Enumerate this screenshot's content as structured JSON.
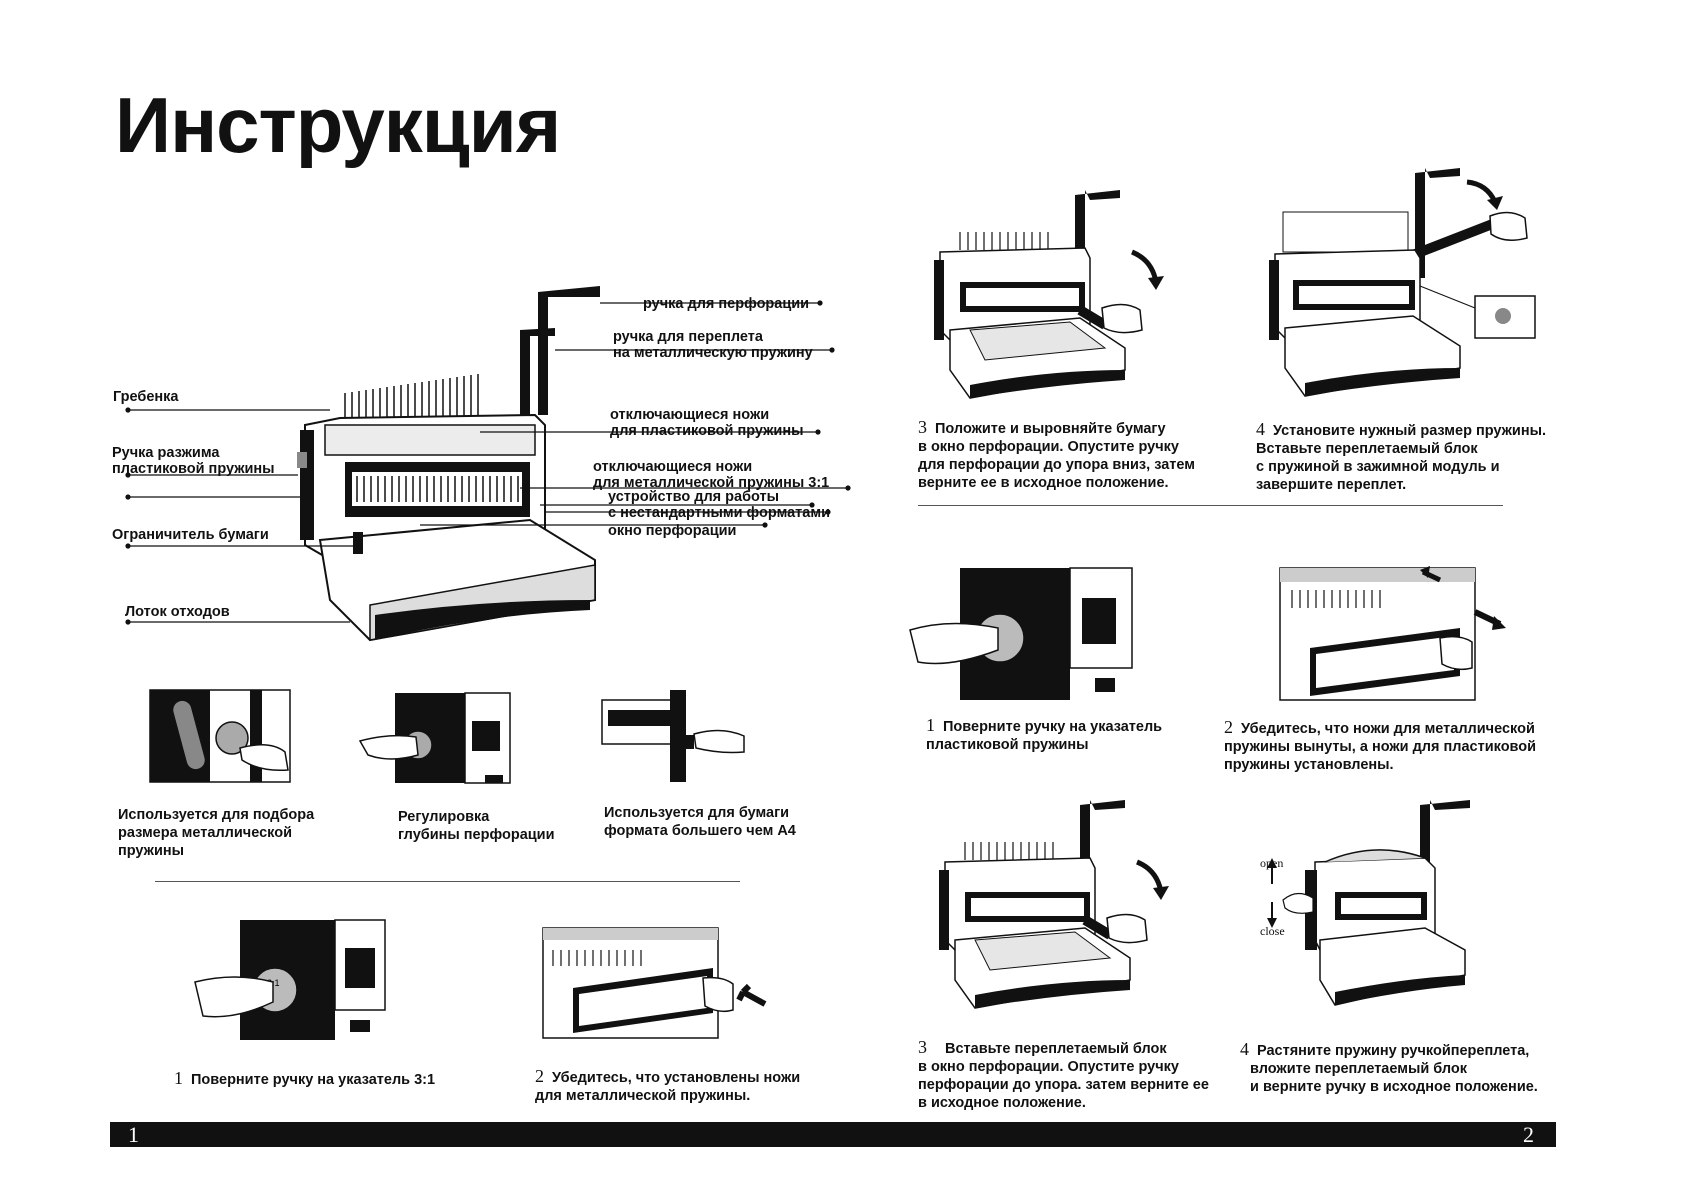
{
  "title": "Инструкция",
  "parts": {
    "handle_perforation": "ручка для перфорации",
    "handle_metal": [
      "ручка для переплета",
      "на металлическую пружину"
    ],
    "comb": "Гребенка",
    "plastic_clamp": [
      "Ручка разжима",
      "пластиковой пружины"
    ],
    "plastic_knives": [
      "отключающиеся ножи",
      "для пластиковой пружины"
    ],
    "metal_knives": [
      "отключающиеся ножи",
      "для металлической пружины 3:1"
    ],
    "nonstandard": [
      "устройство для работы",
      "с нестандартными форматами"
    ],
    "paper_stop": "Ограничитель бумаги",
    "window": "окно перфорации",
    "waste_tray": "Лоток отходов"
  },
  "features": [
    [
      "Используется для подбора",
      "размера металлической",
      "пружины"
    ],
    [
      "Регулировка",
      "глубины перфорации"
    ],
    [
      "Используется для бумаги",
      "формата большего чем А4"
    ]
  ],
  "metal_steps": [
    {
      "num": "1",
      "lines": [
        "Поверните ручку на указатель 3:1"
      ]
    },
    {
      "num": "2",
      "lines": [
        "Убедитесь, что установлены ножи",
        "для металлической пружины."
      ]
    },
    {
      "num": "3",
      "lines": [
        "Положите и выровняйте бумагу",
        "в окно перфорации. Опустите ручку",
        "для перфорации до упора вниз, затем",
        "верните ее в исходное положение."
      ]
    },
    {
      "num": "4",
      "lines": [
        "Установите нужный размер пружины.",
        "Вставьте переплетаемый блок",
        "с пружиной в зажимной модуль и",
        "завершите переплет."
      ]
    }
  ],
  "plastic_steps": [
    {
      "num": "1",
      "lines": [
        "Поверните ручку на указатель",
        "пластиковой пружины"
      ]
    },
    {
      "num": "2",
      "lines": [
        "Убедитесь, что ножи для металлической",
        "пружины вынуты, а ножи для пластиковой",
        "пружины установлены."
      ]
    },
    {
      "num": "3",
      "lines": [
        "Вставьте переплетаемый блок",
        "в окно перфорации. Опустите ручку",
        "перфорации до упора. затем верните ее",
        "в исходное положение."
      ]
    },
    {
      "num": "4",
      "lines": [
        "Растяните пружину ручкойпереплета,",
        "вложите переплетаемый блок",
        "и верните ручку в исходное положение."
      ]
    }
  ],
  "open_label": "open",
  "close_label": "close",
  "dial_label": "3:1",
  "page_left": "1",
  "page_right": "2",
  "colors": {
    "ink": "#111111",
    "paper": "#ffffff",
    "grey": "#bdbdbd"
  }
}
